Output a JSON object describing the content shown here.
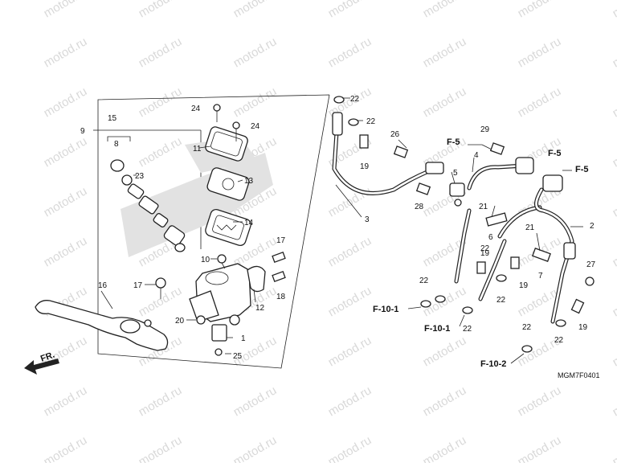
{
  "watermark_text": "motod.ru",
  "front_label": "FR.",
  "diagram_code": "MGM7F0401",
  "part_labels": [
    {
      "id": "1",
      "name": "label-part-1"
    },
    {
      "id": "2",
      "name": "label-part-2"
    },
    {
      "id": "3",
      "name": "label-part-3"
    },
    {
      "id": "4",
      "name": "label-part-4"
    },
    {
      "id": "5",
      "name": "label-part-5"
    },
    {
      "id": "6",
      "name": "label-part-6"
    },
    {
      "id": "7",
      "name": "label-part-7"
    },
    {
      "id": "8",
      "name": "label-part-8"
    },
    {
      "id": "9",
      "name": "label-part-9"
    },
    {
      "id": "10",
      "name": "label-part-10"
    },
    {
      "id": "11",
      "name": "label-part-11"
    },
    {
      "id": "12",
      "name": "label-part-12"
    },
    {
      "id": "13",
      "name": "label-part-13"
    },
    {
      "id": "14",
      "name": "label-part-14"
    },
    {
      "id": "15",
      "name": "label-part-15"
    },
    {
      "id": "16",
      "name": "label-part-16"
    },
    {
      "id": "17",
      "name": "label-part-17a"
    },
    {
      "id": "17",
      "name": "label-part-17b"
    },
    {
      "id": "18",
      "name": "label-part-18"
    },
    {
      "id": "19",
      "name": "label-part-19a"
    },
    {
      "id": "19",
      "name": "label-part-19b"
    },
    {
      "id": "19",
      "name": "label-part-19c"
    },
    {
      "id": "19",
      "name": "label-part-19d"
    },
    {
      "id": "20",
      "name": "label-part-20"
    },
    {
      "id": "21",
      "name": "label-part-21a"
    },
    {
      "id": "21",
      "name": "label-part-21b"
    },
    {
      "id": "22",
      "name": "label-part-22a"
    },
    {
      "id": "22",
      "name": "label-part-22b"
    },
    {
      "id": "22",
      "name": "label-part-22c"
    },
    {
      "id": "22",
      "name": "label-part-22d"
    },
    {
      "id": "22",
      "name": "label-part-22e"
    },
    {
      "id": "22",
      "name": "label-part-22f"
    },
    {
      "id": "22",
      "name": "label-part-22g"
    },
    {
      "id": "22",
      "name": "label-part-22h"
    },
    {
      "id": "23",
      "name": "label-part-23"
    },
    {
      "id": "24",
      "name": "label-part-24a"
    },
    {
      "id": "24",
      "name": "label-part-24b"
    },
    {
      "id": "25",
      "name": "label-part-25"
    },
    {
      "id": "26",
      "name": "label-part-26"
    },
    {
      "id": "27",
      "name": "label-part-27"
    },
    {
      "id": "28",
      "name": "label-part-28"
    },
    {
      "id": "29",
      "name": "label-part-29"
    }
  ],
  "reference_labels": [
    {
      "text": "F-5",
      "name": "ref-f5-a"
    },
    {
      "text": "F-5",
      "name": "ref-f5-b"
    },
    {
      "text": "F-5",
      "name": "ref-f5-c"
    },
    {
      "text": "F-10-1",
      "name": "ref-f10-1-a"
    },
    {
      "text": "F-10-1",
      "name": "ref-f10-1-b"
    },
    {
      "text": "F-10-2",
      "name": "ref-f10-2"
    }
  ]
}
